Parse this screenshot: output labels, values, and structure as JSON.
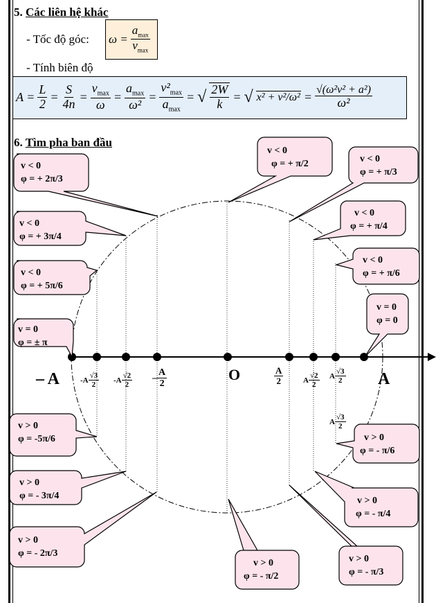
{
  "section5": {
    "number": "5.",
    "title": "Các liên hệ khác",
    "line1_label": "- Tốc độ góc:",
    "line2_label": "- Tính biên độ",
    "omega_formula": {
      "lhs": "ω =",
      "num": "a",
      "num_sub": "max",
      "den": "v",
      "den_sub": "max"
    },
    "amplitude_formula": {
      "a": "A =",
      "f1n": "L",
      "f1d": "2",
      "eq1": "=",
      "f2n": "S",
      "f2d": "4n",
      "eq2": "=",
      "f3n": "v",
      "f3n_sub": "max",
      "f3d": "ω",
      "eq3": "=",
      "f4n": "a",
      "f4n_sub": "max",
      "f4d": "ω²",
      "eq4": "=",
      "f5n": "v²",
      "f5n_sub": "max",
      "f5d": "a",
      "f5d_sub": "max",
      "eq5": "=",
      "f6n": "2W",
      "f6d": "k",
      "eq6": "=",
      "f7": "x² + v²/ω²",
      "eq7": "=",
      "f8n": "√(ω²v² + a²)",
      "f8d": "ω²"
    }
  },
  "section6": {
    "number": "6.",
    "title": "Tìm pha ban đầu"
  },
  "axis": {
    "left_label": "– A",
    "right_label": "A",
    "origin_label": "O",
    "ticks": [
      {
        "pre": "-A",
        "num": "√3",
        "den": "2"
      },
      {
        "pre": "-A",
        "num": "√2",
        "den": "2"
      },
      {
        "pre": "–",
        "num": "A",
        "den": "2"
      },
      {
        "pre": "",
        "num": "A",
        "den": "2"
      },
      {
        "pre": "A",
        "num": "√2",
        "den": "2"
      },
      {
        "pre": "A",
        "num": "√3",
        "den": "2"
      },
      {
        "pre": "A",
        "num": "√3",
        "den": "2"
      }
    ]
  },
  "callouts": [
    {
      "v": "v < 0",
      "phi": "φ = + 2π/3"
    },
    {
      "v": "v < 0",
      "phi": "φ = + 3π/4"
    },
    {
      "v": "v < 0",
      "phi": "φ = + 5π/6"
    },
    {
      "v": "v = 0",
      "phi": "φ = ± π"
    },
    {
      "v": "v < 0",
      "phi": "φ = + π/2"
    },
    {
      "v": "v < 0",
      "phi": "φ = + π/3"
    },
    {
      "v": "v < 0",
      "phi": "φ = + π/4"
    },
    {
      "v": "v < 0",
      "phi": "φ = + π/6"
    },
    {
      "v": "v = 0",
      "phi": "φ = 0"
    },
    {
      "v": "v > 0",
      "phi": "φ = -5π/6"
    },
    {
      "v": "v > 0",
      "phi": "φ = - 3π/4"
    },
    {
      "v": "v > 0",
      "phi": "φ = - 2π/3"
    },
    {
      "v": "v > 0",
      "phi": "φ = - π/2"
    },
    {
      "v": "v > 0",
      "phi": "φ = - π/6"
    },
    {
      "v": "v > 0",
      "phi": "φ = - π/4"
    },
    {
      "v": "v > 0",
      "phi": "φ = - π/3"
    }
  ],
  "colors": {
    "callout_fill": "#fde4ec",
    "small_box": "#fdefd9",
    "big_box": "#e5effa"
  }
}
